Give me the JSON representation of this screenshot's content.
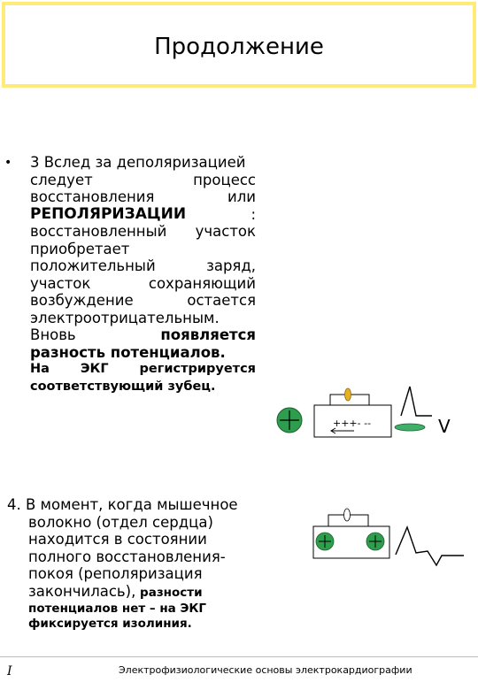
{
  "header": {
    "title": "Продолжение"
  },
  "bullet_symbol": "•",
  "para1": {
    "lines": [
      [
        "3 Вслед за деполяризацией"
      ],
      [
        "следует",
        "процесс"
      ],
      [
        "восстановления",
        "или"
      ],
      [
        "РЕПОЛЯРИЗАЦИИ",
        ":"
      ],
      [
        "восстановленный",
        "участок"
      ],
      [
        "приобретает"
      ],
      [
        "положительный",
        "заряд,"
      ],
      [
        "участок",
        "сохраняющий"
      ],
      [
        "возбуждение",
        "остается"
      ],
      [
        "электроотрицательным."
      ],
      [
        "Вновь",
        "появляется"
      ],
      [
        "разность потенциалов."
      ],
      [
        "На",
        "ЭКГ",
        "регистрируется"
      ],
      [
        "соответствующий зубец."
      ]
    ]
  },
  "para2": {
    "lines": [
      "4. В момент, когда мышечное",
      "волокно (отдел сердца)",
      "находится  в состоянии",
      "полного восстановления-",
      "покоя (реполяризация",
      "закончилась),"
    ],
    "tail_inline": " разности",
    "bold_lines": [
      "потенциалов нет – на ЭКГ",
      "фиксируется изолиния."
    ]
  },
  "diagram1": {
    "charges": "+++- --",
    "wave_label": "V"
  },
  "footer": {
    "slide_number": "I",
    "caption": "Электрофизиологические основы электрокардиографии"
  },
  "colors": {
    "title_border": "#ffeb77",
    "electrode": "#2e9e4e",
    "galvanometer": "#e8b020"
  }
}
